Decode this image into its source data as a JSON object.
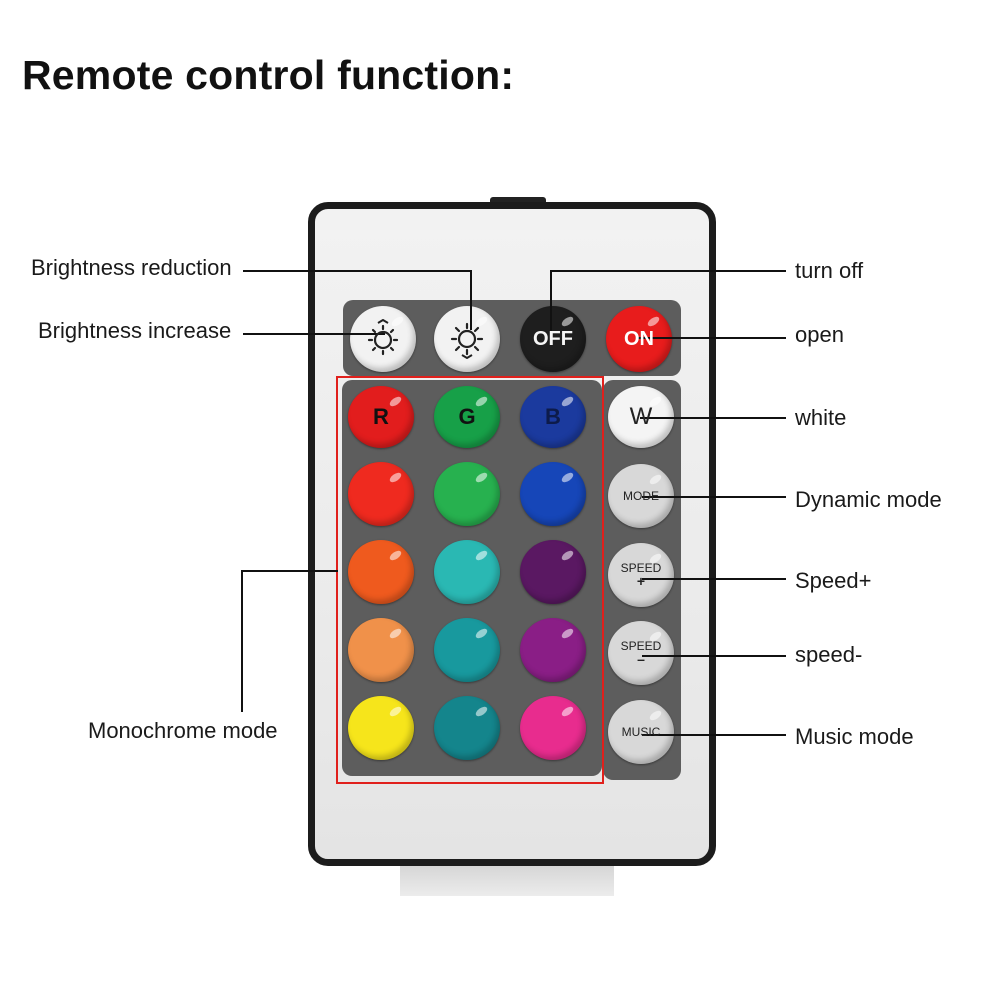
{
  "title": "Remote control function:",
  "labels": {
    "brightness_reduction": "Brightness reduction",
    "brightness_increase": "Brightness increase",
    "monochrome_mode": "Monochrome mode",
    "turn_off": "turn off",
    "open": "open",
    "white": "white",
    "dynamic_mode": "Dynamic mode",
    "speed_plus": "Speed+",
    "speed_minus": "speed-",
    "music_mode": "Music mode"
  },
  "buttons": {
    "off": "OFF",
    "on": "ON",
    "w": "W",
    "r": "R",
    "g": "G",
    "b": "B",
    "mode": "MODE",
    "speed_plus": "SPEED",
    "speed_plus_sign": "+",
    "speed_minus": "SPEED",
    "speed_minus_sign": "–",
    "music": "MUSIC"
  },
  "colors": {
    "frame": "#1c1c1c",
    "panel": "#5d5d5d",
    "highlight_box": "#e0201c",
    "off_button": "#1e1e1e",
    "on_button": "#e81c1c",
    "grid": [
      [
        "#e21d1d",
        "#17a048",
        "#1b3a9e"
      ],
      [
        "#ef2a1f",
        "#27b14f",
        "#1646b8"
      ],
      [
        "#ef5a1e",
        "#2ab8b3",
        "#5a1862"
      ],
      [
        "#f0914a",
        "#18999e",
        "#8a1e86"
      ],
      [
        "#f6e51b",
        "#14858c",
        "#e82c8e"
      ]
    ]
  }
}
